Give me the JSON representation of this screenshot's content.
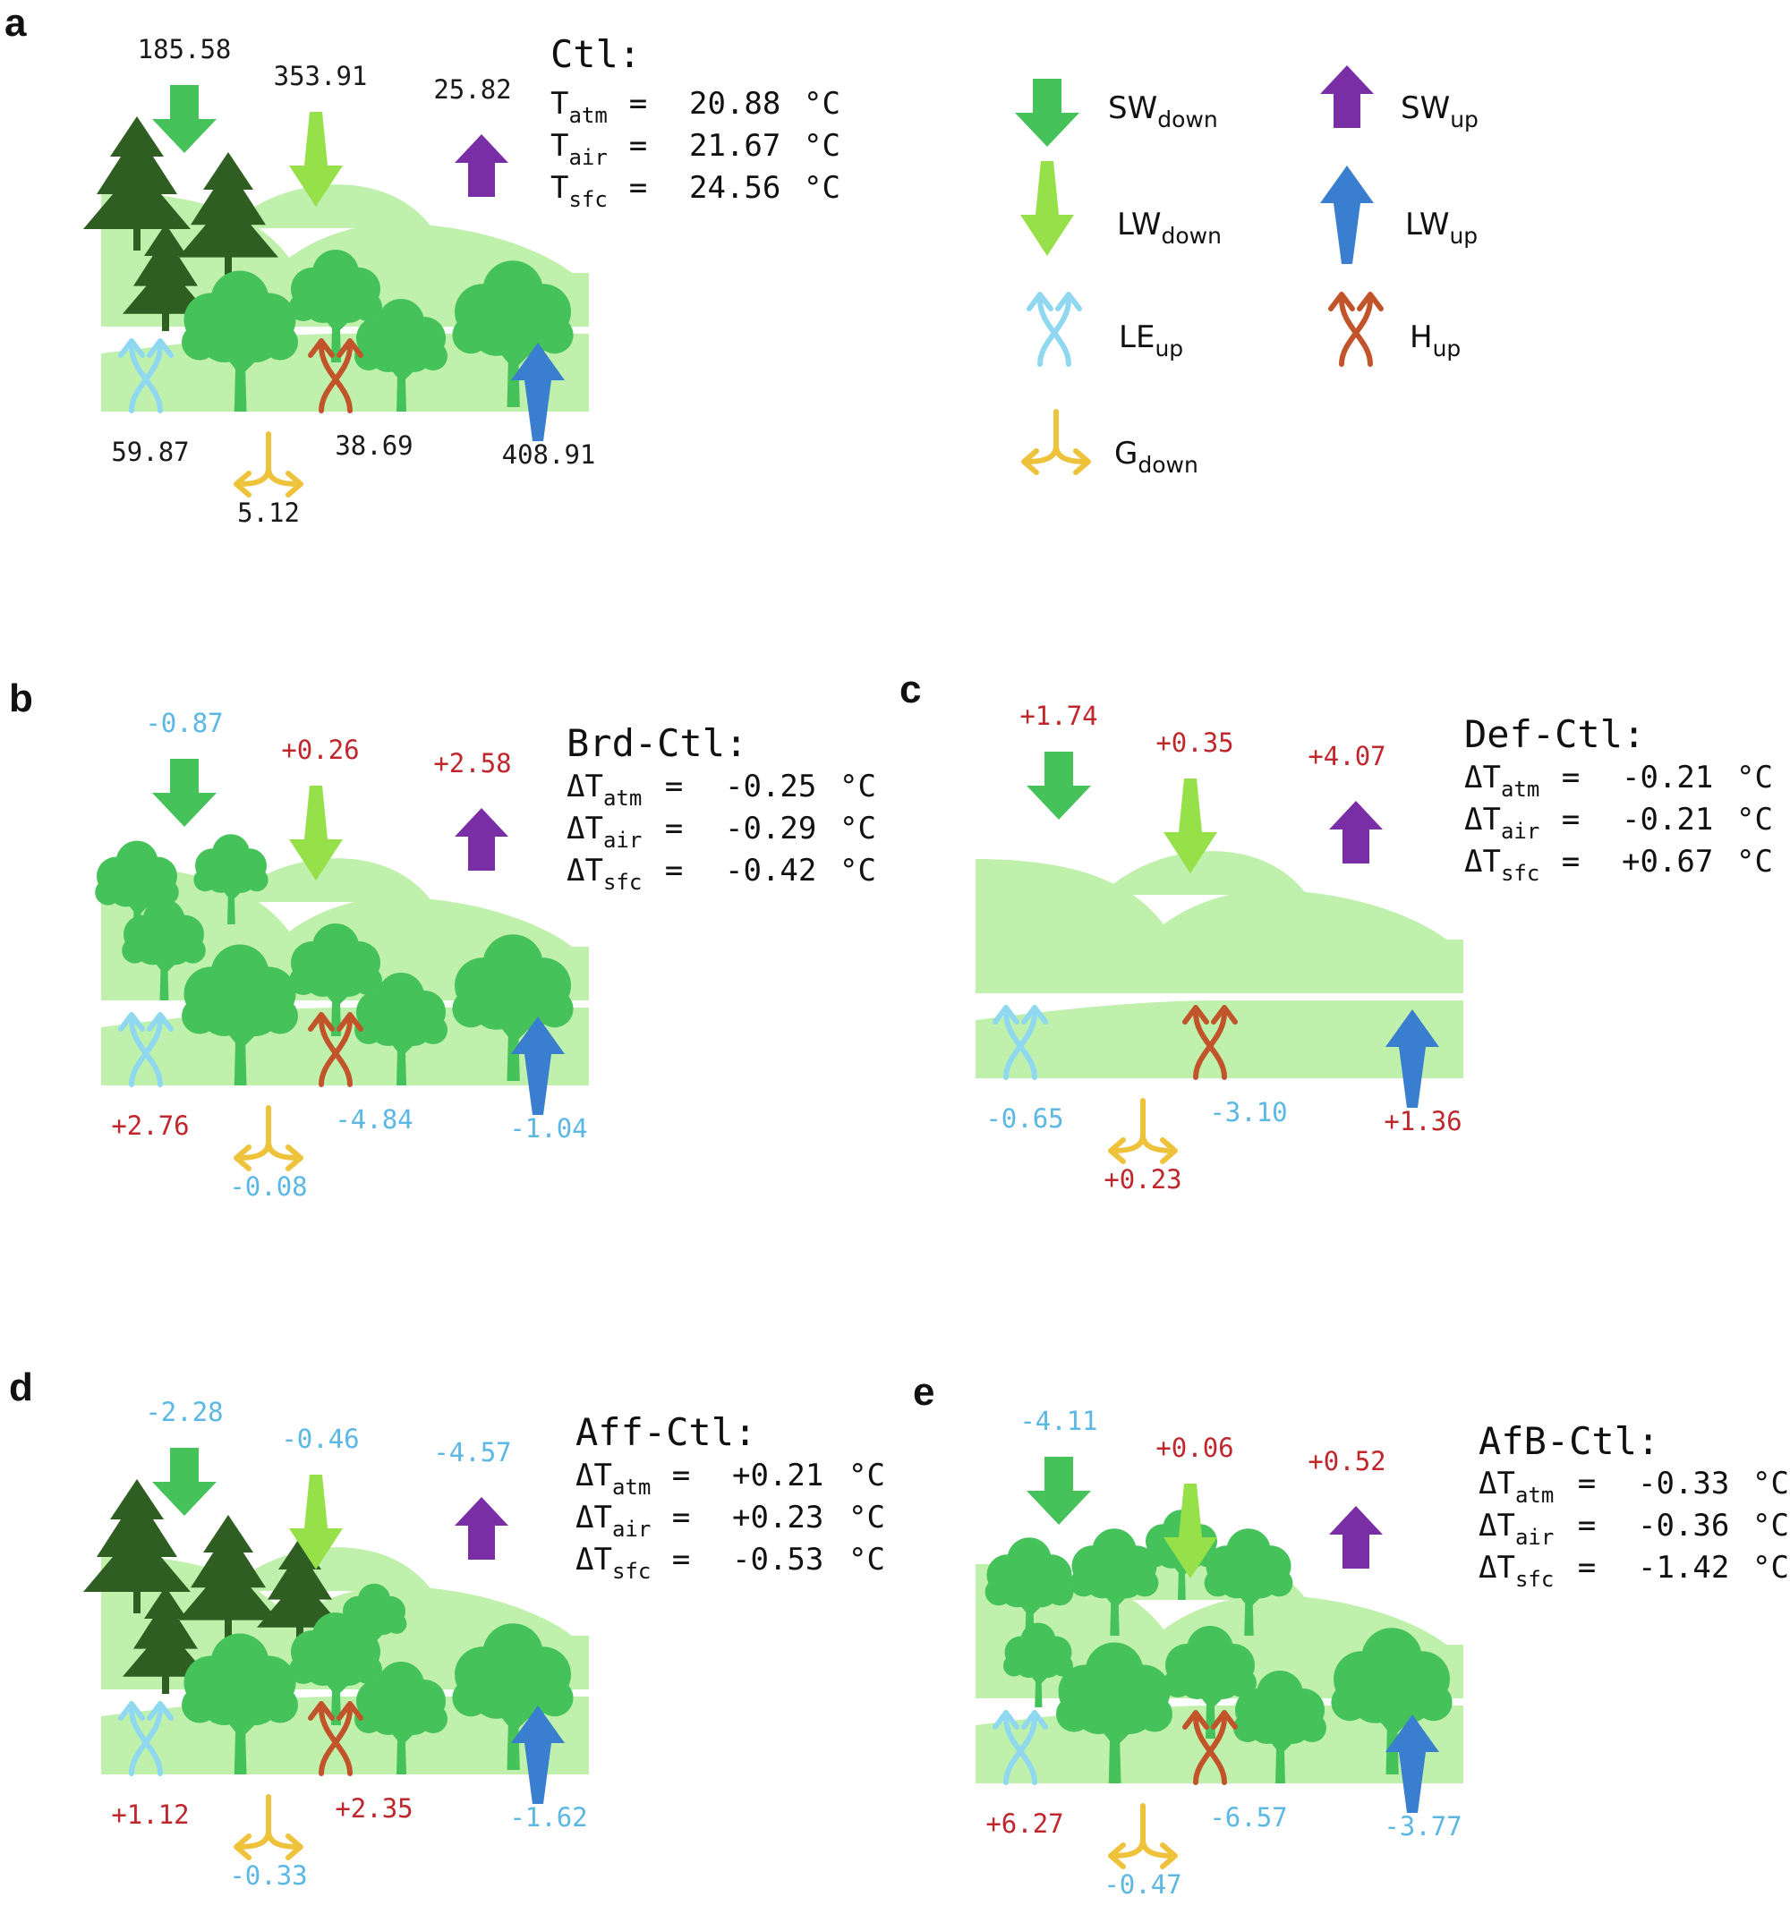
{
  "colors": {
    "sw_down": "#45c35a",
    "lw_down": "#96e04a",
    "sw_up": "#7a2ea6",
    "lw_up": "#3a7ecf",
    "le_up": "#8fd8ef",
    "h_up": "#c2542b",
    "g_down": "#eec23a",
    "positive": "#c0272d",
    "negative": "#5bb8e4",
    "neutral": "#1a1a1a",
    "hill": "#bff0ac",
    "conifer": "#2f5e22",
    "broadleaf": "#45c35a"
  },
  "legend": [
    {
      "key": "sw_down",
      "base": "SW",
      "sub": "down",
      "icon": "down-arrow-icon"
    },
    {
      "key": "sw_up",
      "base": "SW",
      "sub": "up",
      "icon": "up-arrow-icon"
    },
    {
      "key": "lw_down",
      "base": "LW",
      "sub": "down",
      "icon": "down-spike-arrow-icon"
    },
    {
      "key": "lw_up",
      "base": "LW",
      "sub": "up",
      "icon": "up-spike-arrow-icon"
    },
    {
      "key": "le_up",
      "base": "LE",
      "sub": "up",
      "icon": "twisted-arrows-icon"
    },
    {
      "key": "h_up",
      "base": "H",
      "sub": "up",
      "icon": "twisted-arrows-icon"
    },
    {
      "key": "g_down",
      "base": "G",
      "sub": "down",
      "icon": "split-down-arrow-icon"
    }
  ],
  "panels": [
    {
      "id": "a",
      "letter": "a",
      "title": "Ctl:",
      "delta": false,
      "scene": "mixed",
      "fluxes": {
        "sw_down": "185.58",
        "lw_down": "353.91",
        "sw_up": "25.82",
        "le_up": "59.87",
        "h_up": "38.69",
        "lw_up": "408.91",
        "g_down": "5.12"
      },
      "temps": [
        {
          "sym": "T",
          "sub": "atm",
          "value": "20.88",
          "unit": "°C"
        },
        {
          "sym": "T",
          "sub": "air",
          "value": "21.67",
          "unit": "°C"
        },
        {
          "sym": "T",
          "sub": "sfc",
          "value": "24.56",
          "unit": "°C"
        }
      ]
    },
    {
      "id": "b",
      "letter": "b",
      "title": "Brd-Ctl:",
      "delta": true,
      "scene": "broadleaf",
      "fluxes": {
        "sw_down": "-0.87",
        "lw_down": "+0.26",
        "sw_up": "+2.58",
        "le_up": "+2.76",
        "h_up": "-4.84",
        "lw_up": "-1.04",
        "g_down": "-0.08"
      },
      "temps": [
        {
          "sym": "ΔT",
          "sub": "atm",
          "value": "-0.25",
          "unit": "°C"
        },
        {
          "sym": "ΔT",
          "sub": "air",
          "value": "-0.29",
          "unit": "°C"
        },
        {
          "sym": "ΔT",
          "sub": "sfc",
          "value": "-0.42",
          "unit": "°C"
        }
      ]
    },
    {
      "id": "c",
      "letter": "c",
      "title": "Def-Ctl:",
      "delta": true,
      "scene": "bare",
      "fluxes": {
        "sw_down": "+1.74",
        "lw_down": "+0.35",
        "sw_up": "+4.07",
        "le_up": "-0.65",
        "h_up": "-3.10",
        "lw_up": "+1.36",
        "g_down": "+0.23"
      },
      "temps": [
        {
          "sym": "ΔT",
          "sub": "atm",
          "value": "-0.21",
          "unit": "°C"
        },
        {
          "sym": "ΔT",
          "sub": "air",
          "value": "-0.21",
          "unit": "°C"
        },
        {
          "sym": "ΔT",
          "sub": "sfc",
          "value": "+0.67",
          "unit": "°C"
        }
      ]
    },
    {
      "id": "d",
      "letter": "d",
      "title": "Aff-Ctl:",
      "delta": true,
      "scene": "mixed-plus",
      "fluxes": {
        "sw_down": "-2.28",
        "lw_down": "-0.46",
        "sw_up": "-4.57",
        "le_up": "+1.12",
        "h_up": "+2.35",
        "lw_up": "-1.62",
        "g_down": "-0.33"
      },
      "temps": [
        {
          "sym": "ΔT",
          "sub": "atm",
          "value": "+0.21",
          "unit": "°C"
        },
        {
          "sym": "ΔT",
          "sub": "air",
          "value": "+0.23",
          "unit": "°C"
        },
        {
          "sym": "ΔT",
          "sub": "sfc",
          "value": "-0.53",
          "unit": "°C"
        }
      ]
    },
    {
      "id": "e",
      "letter": "e",
      "title": "AfB-Ctl:",
      "delta": true,
      "scene": "broadleaf-dense",
      "fluxes": {
        "sw_down": "-4.11",
        "lw_down": "+0.06",
        "sw_up": "+0.52",
        "le_up": "+6.27",
        "h_up": "-6.57",
        "lw_up": "-3.77",
        "g_down": "-0.47"
      },
      "temps": [
        {
          "sym": "ΔT",
          "sub": "atm",
          "value": "-0.33",
          "unit": "°C"
        },
        {
          "sym": "ΔT",
          "sub": "air",
          "value": "-0.36",
          "unit": "°C"
        },
        {
          "sym": "ΔT",
          "sub": "sfc",
          "value": "-1.42",
          "unit": "°C"
        }
      ]
    }
  ]
}
